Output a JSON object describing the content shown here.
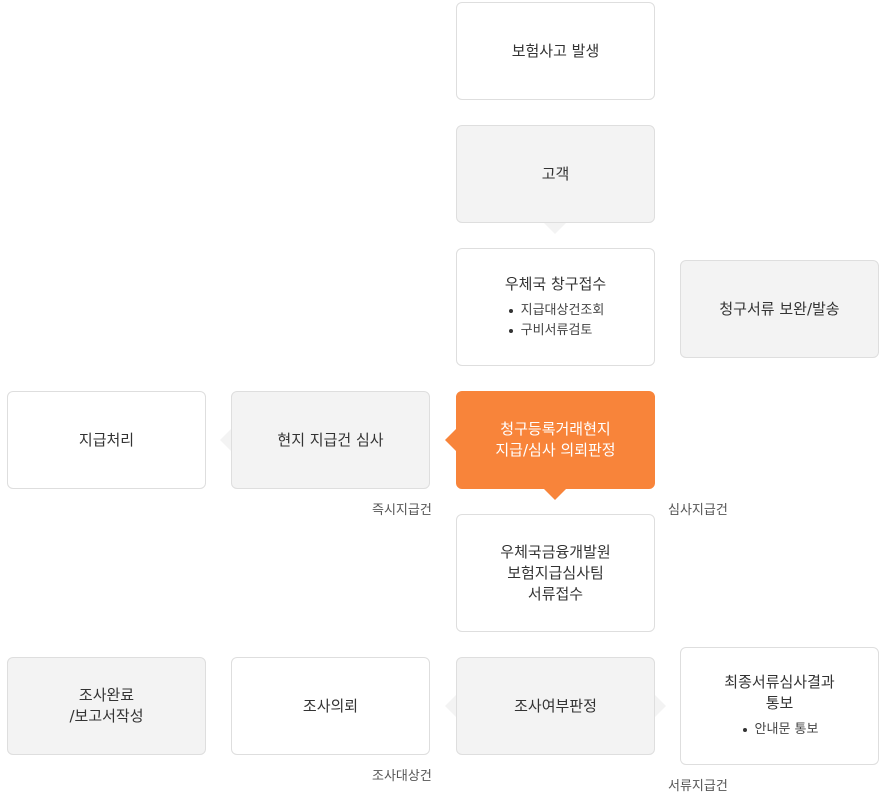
{
  "nodes": {
    "accident": "보험사고 발생",
    "customer": "고객",
    "post_office_claim": {
      "title": "우체국 창구접수",
      "items": [
        "지급대상건조회",
        "구비서류검토"
      ]
    },
    "supplement": "청구서류 보완/발송",
    "decision": {
      "line1": "청구등록거래현지",
      "line2": "지급/심사 의뢰판정"
    },
    "local_review": "현지 지급건 심사",
    "payment": "지급처리",
    "receipt": {
      "line1": "우체국금융개발원",
      "line2": "보험지급심사팀",
      "line3": "서류접수"
    },
    "investigation_decision": "조사여부판정",
    "investigation_request": "조사의뢰",
    "investigation_complete": {
      "line1": "조사완료",
      "line2": "/보고서작성"
    },
    "final_review": {
      "line1": "최종서류심사결과",
      "line2": "통보",
      "items": [
        "안내문 통보"
      ]
    }
  },
  "labels": {
    "immediate": "즉시지급건",
    "review": "심사지급건",
    "investigation_target": "조사대상건",
    "document_payment": "서류지급건"
  },
  "colors": {
    "highlight": "#f8843a",
    "gray_box": "#f3f3f3",
    "border": "#dedede"
  }
}
